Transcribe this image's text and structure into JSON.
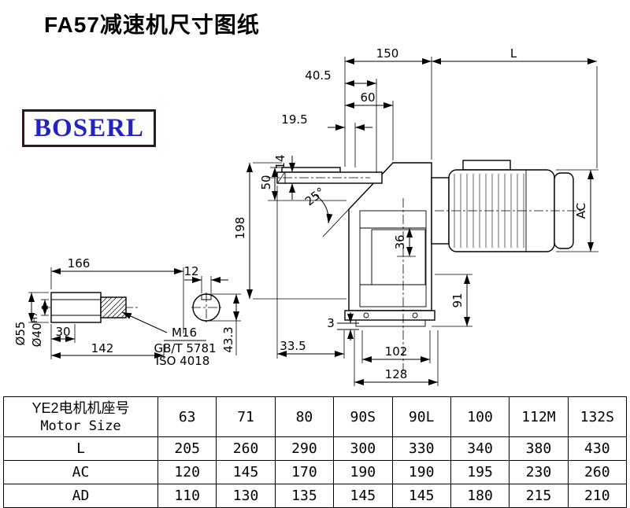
{
  "page": {
    "title": "FA57减速机尺寸图纸"
  },
  "logo": {
    "text": "BOSERL"
  },
  "drawing": {
    "dims": {
      "top_width": "150",
      "motor_length": "L",
      "d40_5": "40.5",
      "d60": "60",
      "d19_5": "19.5",
      "d14": "14",
      "d50": "50",
      "angle": "25°",
      "d198": "198",
      "d36": "36",
      "ac": "AC",
      "d91": "91",
      "d3": "3",
      "d33_5": "33.5",
      "d102": "102",
      "d128": "128",
      "d166": "166",
      "d12": "12",
      "d30": "30",
      "d142": "142",
      "thread": "M16",
      "thread_std": "GB/T 5781",
      "thread_iso": "ISO 4018",
      "dia55": "Ø55",
      "dia40": "Ø40",
      "dia40_tol": "H7",
      "d43_3": "43.3"
    }
  },
  "table": {
    "header": {
      "line1": "YE2电机机座号",
      "line2": "Motor Size"
    },
    "sizes": [
      "63",
      "71",
      "80",
      "90S",
      "90L",
      "100",
      "112M",
      "132S"
    ],
    "rows": [
      {
        "label": "L",
        "values": [
          "205",
          "260",
          "290",
          "300",
          "330",
          "340",
          "380",
          "430"
        ]
      },
      {
        "label": "AC",
        "values": [
          "120",
          "145",
          "170",
          "190",
          "190",
          "195",
          "230",
          "260"
        ]
      },
      {
        "label": "AD",
        "values": [
          "110",
          "130",
          "135",
          "145",
          "145",
          "180",
          "215",
          "210"
        ]
      }
    ]
  }
}
